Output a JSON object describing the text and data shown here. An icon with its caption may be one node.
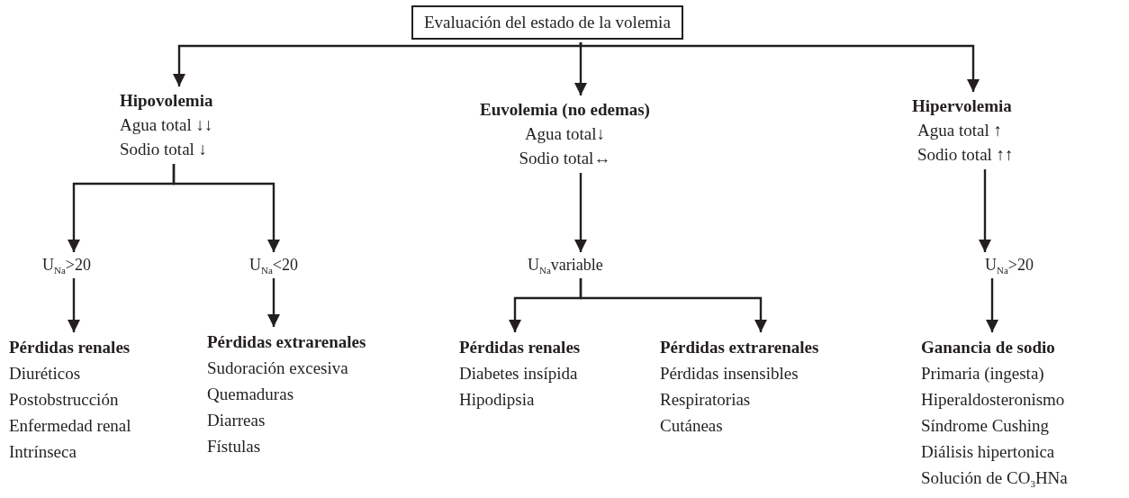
{
  "diagram": {
    "nodes": [
      {
        "text": [
          "Evaluación del estado de la volemia"
        ]
      },
      {
        "text": [
          "Hipovolemia",
          "Agua total ↓↓",
          "Sodio total ↓"
        ]
      },
      {
        "text": [
          "Euvolemia (no edemas)",
          "Agua total↓",
          "Sodio total↔"
        ]
      },
      {
        "text": [
          "Hipervolemia",
          "Agua total ↑",
          "Sodio total ↑↑"
        ]
      },
      {
        "text": [
          "U$_{Na}$>20"
        ]
      },
      {
        "text": [
          "U$_{Na}$<20"
        ]
      },
      {
        "text": [
          "U$_{Na}$variable"
        ]
      },
      {
        "text": [
          "U$_{Na}$>20"
        ]
      },
      {
        "text": [
          "Pérdidas renales",
          "Diuréticos",
          "Postobstrucción",
          "Enfermedad renal",
          "Intrínseca"
        ]
      },
      {
        "text": [
          "Pérdidas extrarenales",
          "Sudoración excesiva",
          "Quemaduras",
          "Diarreas",
          "Fístulas"
        ]
      },
      {
        "text": [
          "Pérdidas renales",
          "Diabetes insípida",
          "Hipodipsia"
        ]
      },
      {
        "text": [
          "Pérdidas extrarenales",
          "Pérdidas insensibles",
          "Respiratorias",
          "Cutáneas"
        ]
      },
      {
        "text": [
          "Ganancia de sodio",
          "Primaria (ingesta)",
          "Hiperaldosteronismo",
          "Síndrome Cushing",
          "Diálisis hipertonica",
          "Solución de CO$_{3}$HNa"
        ]
      }
    ],
    "edges": [
      {
        "from": 0,
        "to": 1,
        "arrow": "to"
      },
      {
        "from": 0,
        "to": 2,
        "arrow": "to"
      },
      {
        "from": 0,
        "to": 3,
        "arrow": "to"
      },
      {
        "from": 1,
        "to": 4,
        "arrow": "to"
      },
      {
        "from": 1,
        "to": 5,
        "arrow": "to"
      },
      {
        "from": 2,
        "to": 6,
        "arrow": "to"
      },
      {
        "from": 3,
        "to": 7,
        "arrow": "to"
      },
      {
        "from": 4,
        "to": 8,
        "arrow": "to"
      },
      {
        "from": 5,
        "to": 9,
        "arrow": "to"
      },
      {
        "from": 6,
        "to": 10,
        "arrow": "to"
      },
      {
        "from": 6,
        "to": 11,
        "arrow": "to"
      },
      {
        "from": 7,
        "to": 12,
        "arrow": "to"
      }
    ]
  }
}
